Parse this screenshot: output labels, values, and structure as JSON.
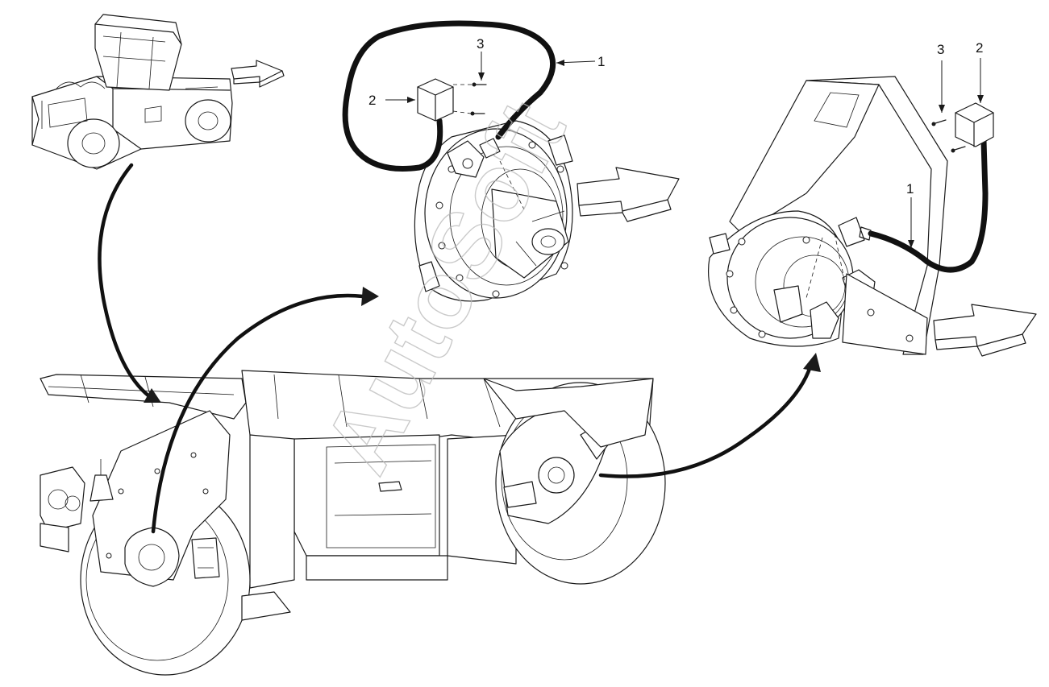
{
  "watermark": {
    "text": "AutoSoft"
  },
  "callouts": {
    "detail_a": {
      "cable": "1",
      "sensor_box": "2",
      "screw": "3"
    },
    "detail_b": {
      "cable": "1",
      "sensor_box": "2",
      "screw": "3"
    }
  },
  "colors": {
    "ink": "#111111",
    "paper": "#ffffff",
    "watermark": "#b9b9b9"
  }
}
